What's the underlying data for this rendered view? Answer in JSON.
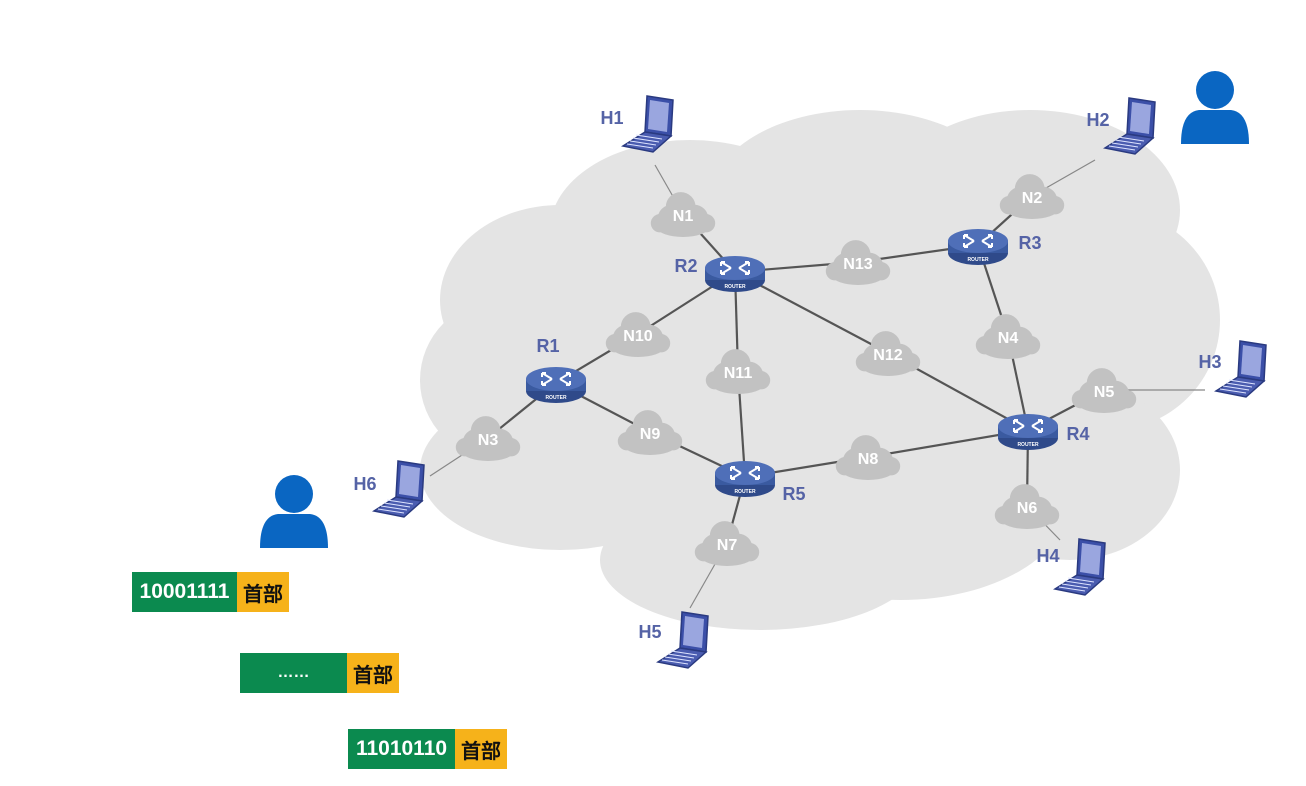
{
  "colors": {
    "cloud": "#e4e4e4",
    "network_cloud": "#c2c2c2",
    "router": "#4f6fb8",
    "link": "#555555",
    "host_link": "#888888",
    "label": "#5563a6",
    "person": "#0a66c2",
    "payload": "#0b8a4f",
    "header": "#f6b21a"
  },
  "routers": [
    {
      "id": "R1",
      "label": "R1",
      "badge": "ROUTER"
    },
    {
      "id": "R2",
      "label": "R2",
      "badge": "ROUTER"
    },
    {
      "id": "R3",
      "label": "R3",
      "badge": "ROUTER"
    },
    {
      "id": "R4",
      "label": "R4",
      "badge": "ROUTER"
    },
    {
      "id": "R5",
      "label": "R5",
      "badge": "ROUTER"
    }
  ],
  "networks": [
    {
      "id": "N1",
      "label": "N1"
    },
    {
      "id": "N2",
      "label": "N2"
    },
    {
      "id": "N3",
      "label": "N3"
    },
    {
      "id": "N4",
      "label": "N4"
    },
    {
      "id": "N5",
      "label": "N5"
    },
    {
      "id": "N6",
      "label": "N6"
    },
    {
      "id": "N7",
      "label": "N7"
    },
    {
      "id": "N8",
      "label": "N8"
    },
    {
      "id": "N9",
      "label": "N9"
    },
    {
      "id": "N10",
      "label": "N10"
    },
    {
      "id": "N11",
      "label": "N11"
    },
    {
      "id": "N12",
      "label": "N12"
    },
    {
      "id": "N13",
      "label": "N13"
    }
  ],
  "hosts": [
    {
      "id": "H1",
      "label": "H1"
    },
    {
      "id": "H2",
      "label": "H2"
    },
    {
      "id": "H3",
      "label": "H3"
    },
    {
      "id": "H4",
      "label": "H4"
    },
    {
      "id": "H5",
      "label": "H5"
    },
    {
      "id": "H6",
      "label": "H6"
    }
  ],
  "links": [
    [
      "H1",
      "N1"
    ],
    [
      "N1",
      "R2"
    ],
    [
      "R2",
      "N13"
    ],
    [
      "N13",
      "R3"
    ],
    [
      "R3",
      "N2"
    ],
    [
      "N2",
      "H2"
    ],
    [
      "R3",
      "N4"
    ],
    [
      "N4",
      "R4"
    ],
    [
      "R4",
      "N5"
    ],
    [
      "N5",
      "H3"
    ],
    [
      "R4",
      "N6"
    ],
    [
      "N6",
      "H4"
    ],
    [
      "R2",
      "N10"
    ],
    [
      "N10",
      "R1"
    ],
    [
      "R1",
      "N3"
    ],
    [
      "N3",
      "H6"
    ],
    [
      "R1",
      "N9"
    ],
    [
      "N9",
      "R5"
    ],
    [
      "R2",
      "N11"
    ],
    [
      "N11",
      "R5"
    ],
    [
      "R2",
      "N12"
    ],
    [
      "N12",
      "R4"
    ],
    [
      "R5",
      "N8"
    ],
    [
      "N8",
      "R4"
    ],
    [
      "R5",
      "N7"
    ],
    [
      "N7",
      "H5"
    ]
  ],
  "packets": [
    {
      "payload": "10001111",
      "header": "首部"
    },
    {
      "payload": "……",
      "header": "首部"
    },
    {
      "payload": "11010110",
      "header": "首部"
    }
  ]
}
